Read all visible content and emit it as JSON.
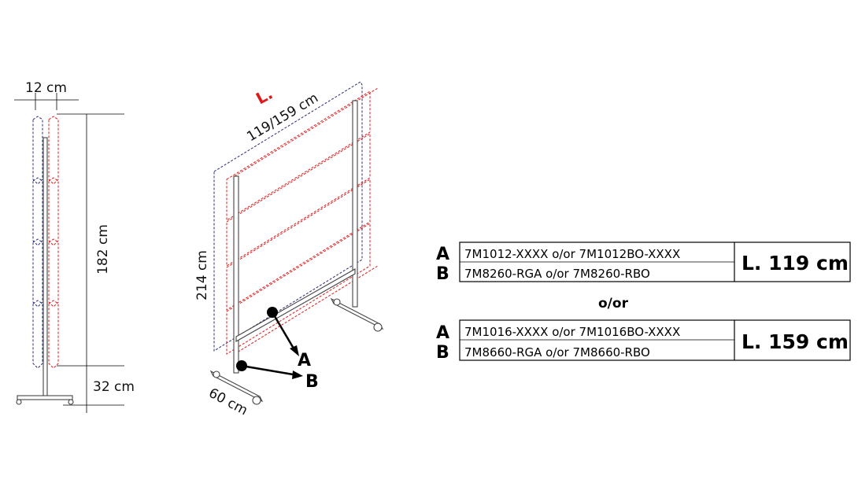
{
  "side_view": {
    "width_label": "12 cm",
    "height_label": "182 cm",
    "base_label": "32 cm"
  },
  "iso_view": {
    "length_marker": "L.",
    "length_label": "119/159 cm",
    "height_label": "214 cm",
    "depth_label": "60 cm",
    "callout_a": "A",
    "callout_b": "B"
  },
  "table": {
    "separator": "o/or",
    "groups": [
      {
        "row_a_letter": "A",
        "row_a_code": "7M1012-XXXX o/or 7M1012BO-XXXX",
        "row_b_letter": "B",
        "row_b_code": "7M8260-RGA o/or 7M8260-RBO",
        "length": "L. 119 cm"
      },
      {
        "row_a_letter": "A",
        "row_a_code": "7M1016-XXXX o/or 7M1016BO-XXXX",
        "row_b_letter": "B",
        "row_b_code": "7M8660-RGA o/or 7M8660-RBO",
        "length": "L. 159 cm"
      }
    ]
  },
  "colors": {
    "accent_red": "#e01818",
    "accent_blue": "#2a2a7a",
    "line": "#000000"
  }
}
